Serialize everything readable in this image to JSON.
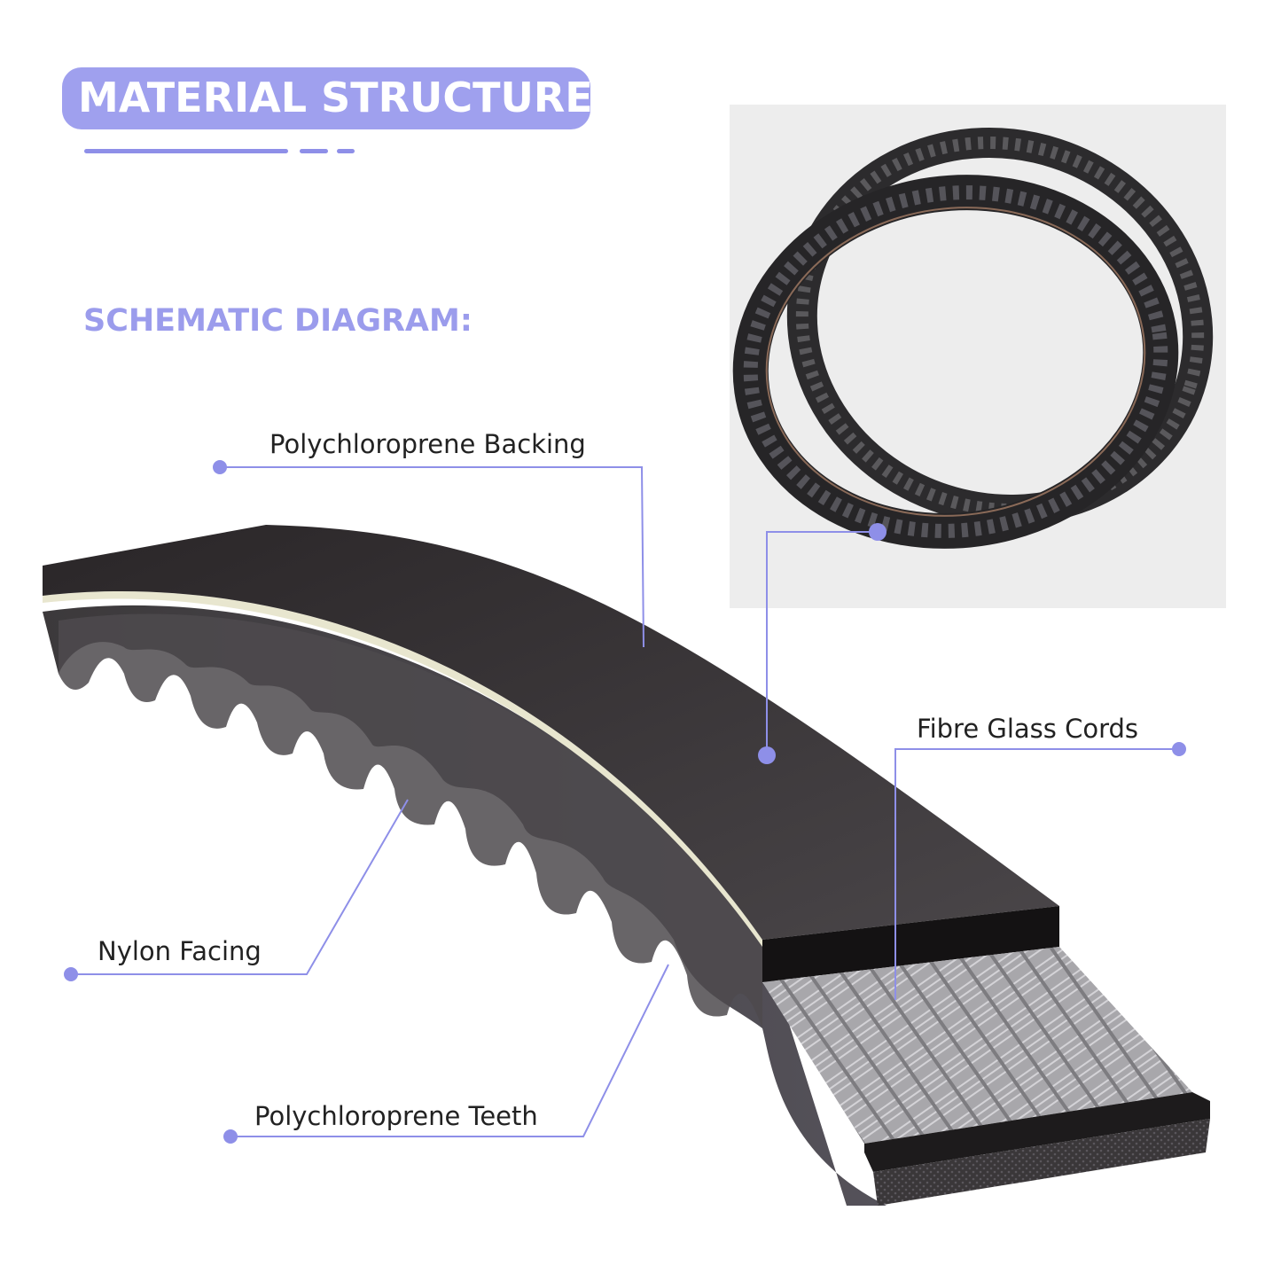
{
  "header": {
    "title": "MATERIAL STRUCTURE",
    "subtitle": "SCHEMATIC DIAGRAM:"
  },
  "labels": {
    "backing": "Polychloroprene  Backing",
    "cords": "Fibre Glass Cords",
    "facing": "Nylon Facing",
    "teeth": "Polychloroprene Teeth"
  },
  "colors": {
    "accent": "#9fa0ee",
    "leader": "#8e8fe8",
    "belt": "#3a3638",
    "panel": "#ededed"
  }
}
